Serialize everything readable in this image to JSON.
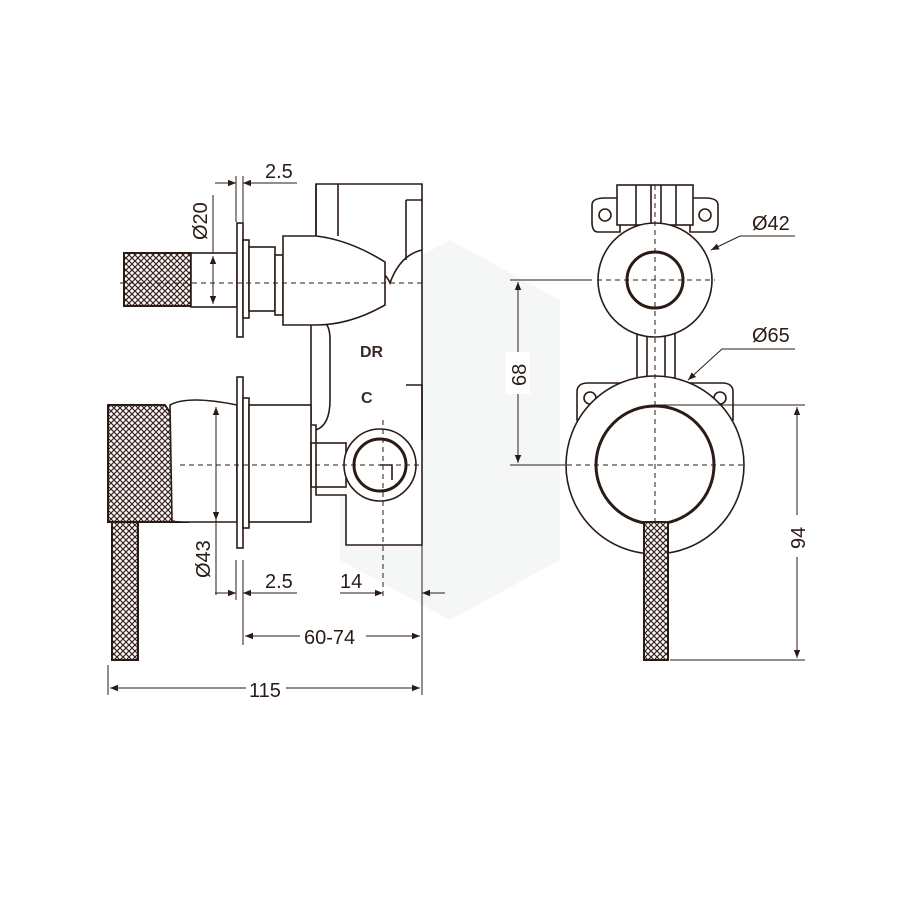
{
  "drawing": {
    "title": "Diverter mixer dimension drawing",
    "line_color": "#2b1b16",
    "side_view": {
      "dim_flange_top": "2.5",
      "dim_spindle_dia": "Ø20",
      "marking_dr": "DR",
      "marking_c": "C",
      "dim_handle_dia": "Ø43",
      "dim_flange_bottom": "2.5",
      "dim_body_offset": "14",
      "dim_wall_depth": "60-74",
      "dim_overall_depth": "115"
    },
    "front_view": {
      "dim_diverter_plate": "Ø42",
      "dim_mixer_plate": "Ø65",
      "dim_centre_spacing": "68",
      "dim_handle_length": "94"
    }
  }
}
